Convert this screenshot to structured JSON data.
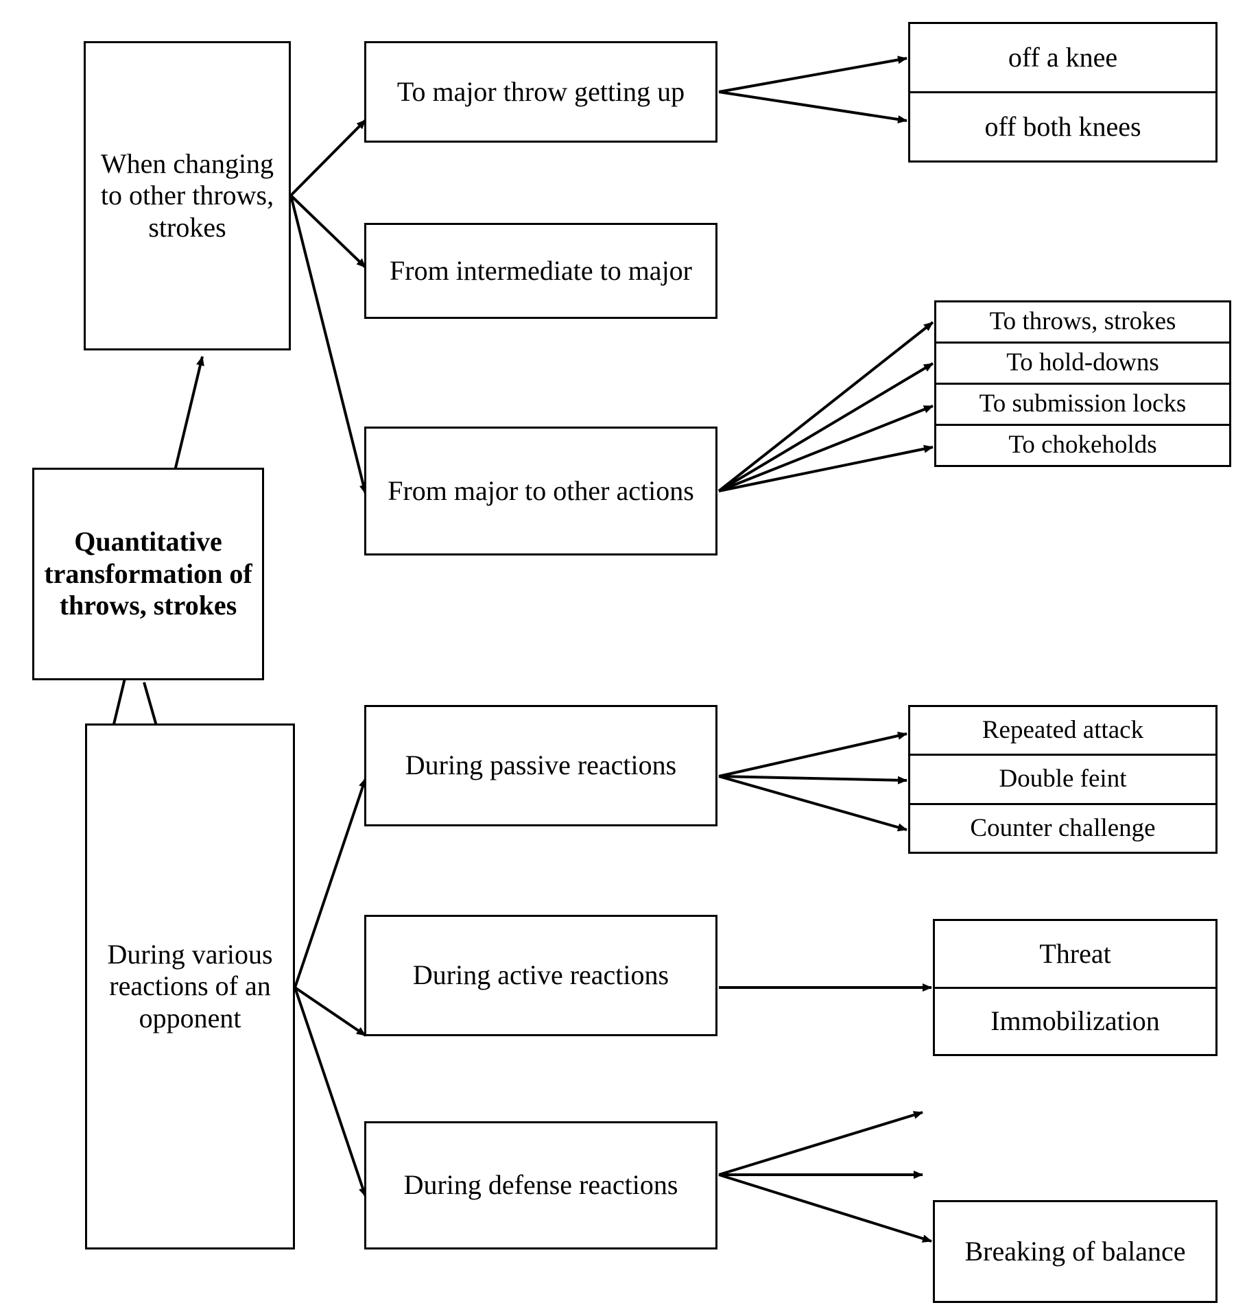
{
  "diagram": {
    "title_box": {
      "label": "Quantitative transformation of throws, strokes"
    },
    "level1": [
      {
        "id": "changing",
        "label": "When changing to other throws, strokes"
      },
      {
        "id": "reactions",
        "label": "During various reactions of an opponent"
      }
    ],
    "level2": [
      {
        "id": "major-throw-getting-up",
        "label": "To major throw getting up"
      },
      {
        "id": "intermediate-to-major",
        "label": "From intermediate to major"
      },
      {
        "id": "major-to-other",
        "label": "From major to other actions"
      },
      {
        "id": "passive-reactions",
        "label": "During passive reactions"
      },
      {
        "id": "active-reactions",
        "label": "During active reactions"
      },
      {
        "id": "defense-reactions",
        "label": "During defense reactions"
      }
    ],
    "level3": {
      "getting_up_options": [
        "off a knee",
        "off both knees"
      ],
      "major_to_other_options": [
        "To throws, strokes",
        "To hold-downs",
        "To submission locks",
        "To chokeholds"
      ],
      "passive_options": [
        "Repeated attack",
        "Double feint",
        "Counter challenge"
      ],
      "active_options": [
        "Threat",
        "Immobilization"
      ],
      "defense_options": [
        "Breaking of balance"
      ]
    },
    "colors": {
      "stroke": "#000000",
      "fill": "#ffffff",
      "text": "#000000"
    }
  }
}
